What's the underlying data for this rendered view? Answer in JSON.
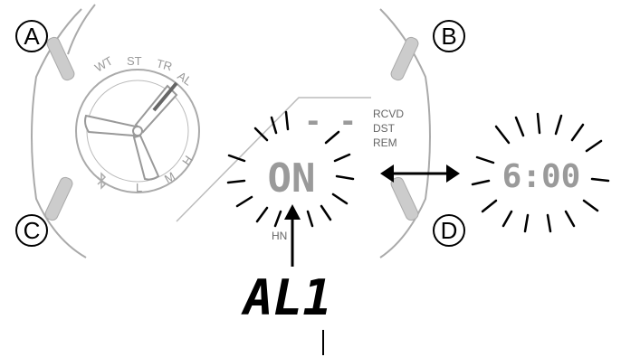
{
  "buttons": {
    "a": "A",
    "b": "B",
    "c": "C",
    "d": "D"
  },
  "dial": {
    "mode_labels": [
      "WT",
      "ST",
      "TR",
      "AL"
    ],
    "level_labels": [
      "L",
      "M",
      "H"
    ],
    "bluetooth_icon": "bluetooth-icon"
  },
  "indicators": {
    "rcvd": "RCVD",
    "dst": "DST",
    "rem": "REM",
    "hn": "HN"
  },
  "display": {
    "main_value": "ON",
    "top_value": "- -",
    "alt_value": "6:00"
  },
  "caption": {
    "label": "AL1"
  },
  "colors": {
    "outline": "#999999",
    "lcd": "#9a9a9a",
    "ink": "#000000"
  }
}
